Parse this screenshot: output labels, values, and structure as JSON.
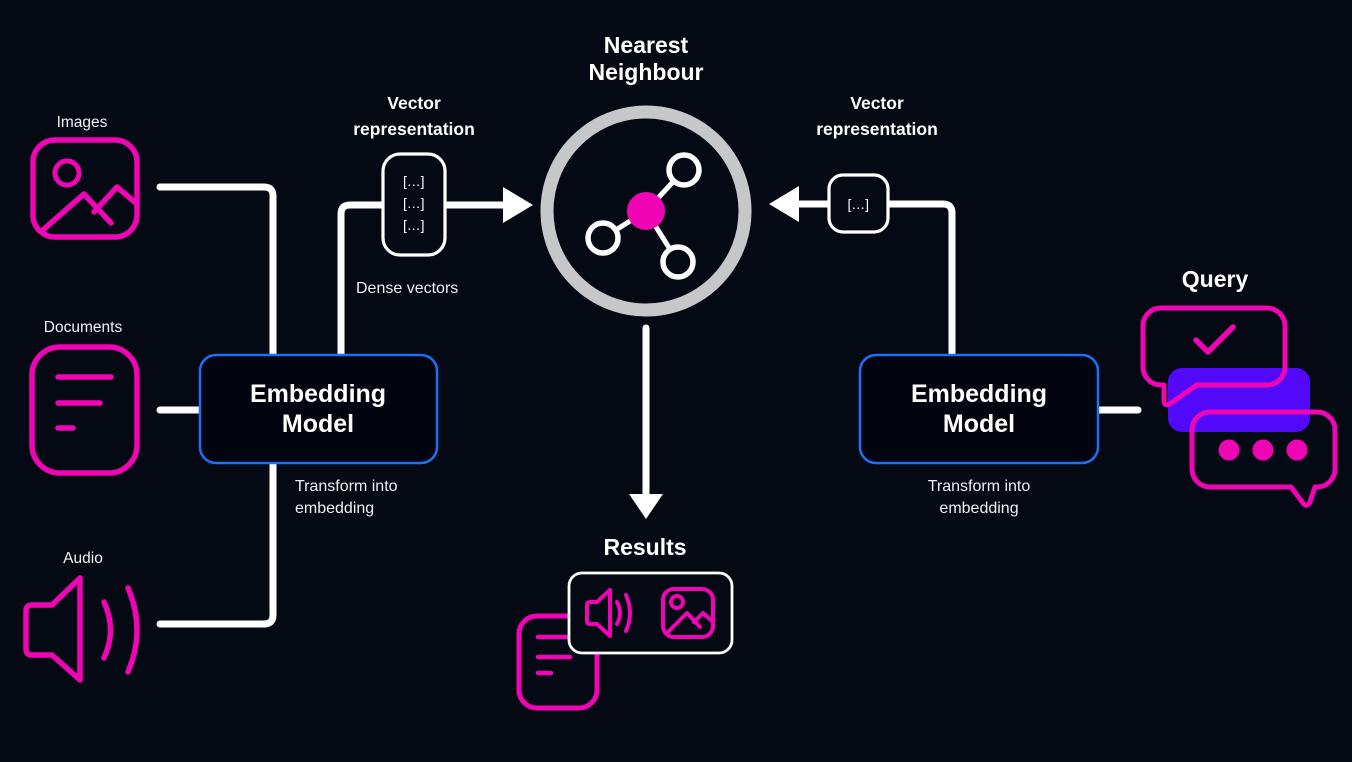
{
  "colors": {
    "background": "#050913",
    "magenta": "#f005b4",
    "blue_border": "#1f6ff5",
    "purple_bubble": "#5209fb",
    "ring_gray": "#c7c7ca",
    "line_white": "#ffffff",
    "embedding_box_fill": "#020510"
  },
  "sources": {
    "images_label": "Images",
    "documents_label": "Documents",
    "audio_label": "Audio"
  },
  "left_pipeline": {
    "vector_title": "Vector\nrepresentation",
    "vector_cells": [
      "[...]",
      "[...]",
      "[...]"
    ],
    "dense_caption": "Dense vectors",
    "embedding_label": "Embedding\nModel",
    "transform_caption": "Transform into\nembedding"
  },
  "right_pipeline": {
    "vector_title": "Vector\nrepresentation",
    "vector_cell": "[...]",
    "embedding_label": "Embedding\nModel",
    "transform_caption": "Transform into\nembedding",
    "query_title": "Query"
  },
  "center": {
    "nn_title": "Nearest\nNeighbour",
    "results_title": "Results"
  }
}
